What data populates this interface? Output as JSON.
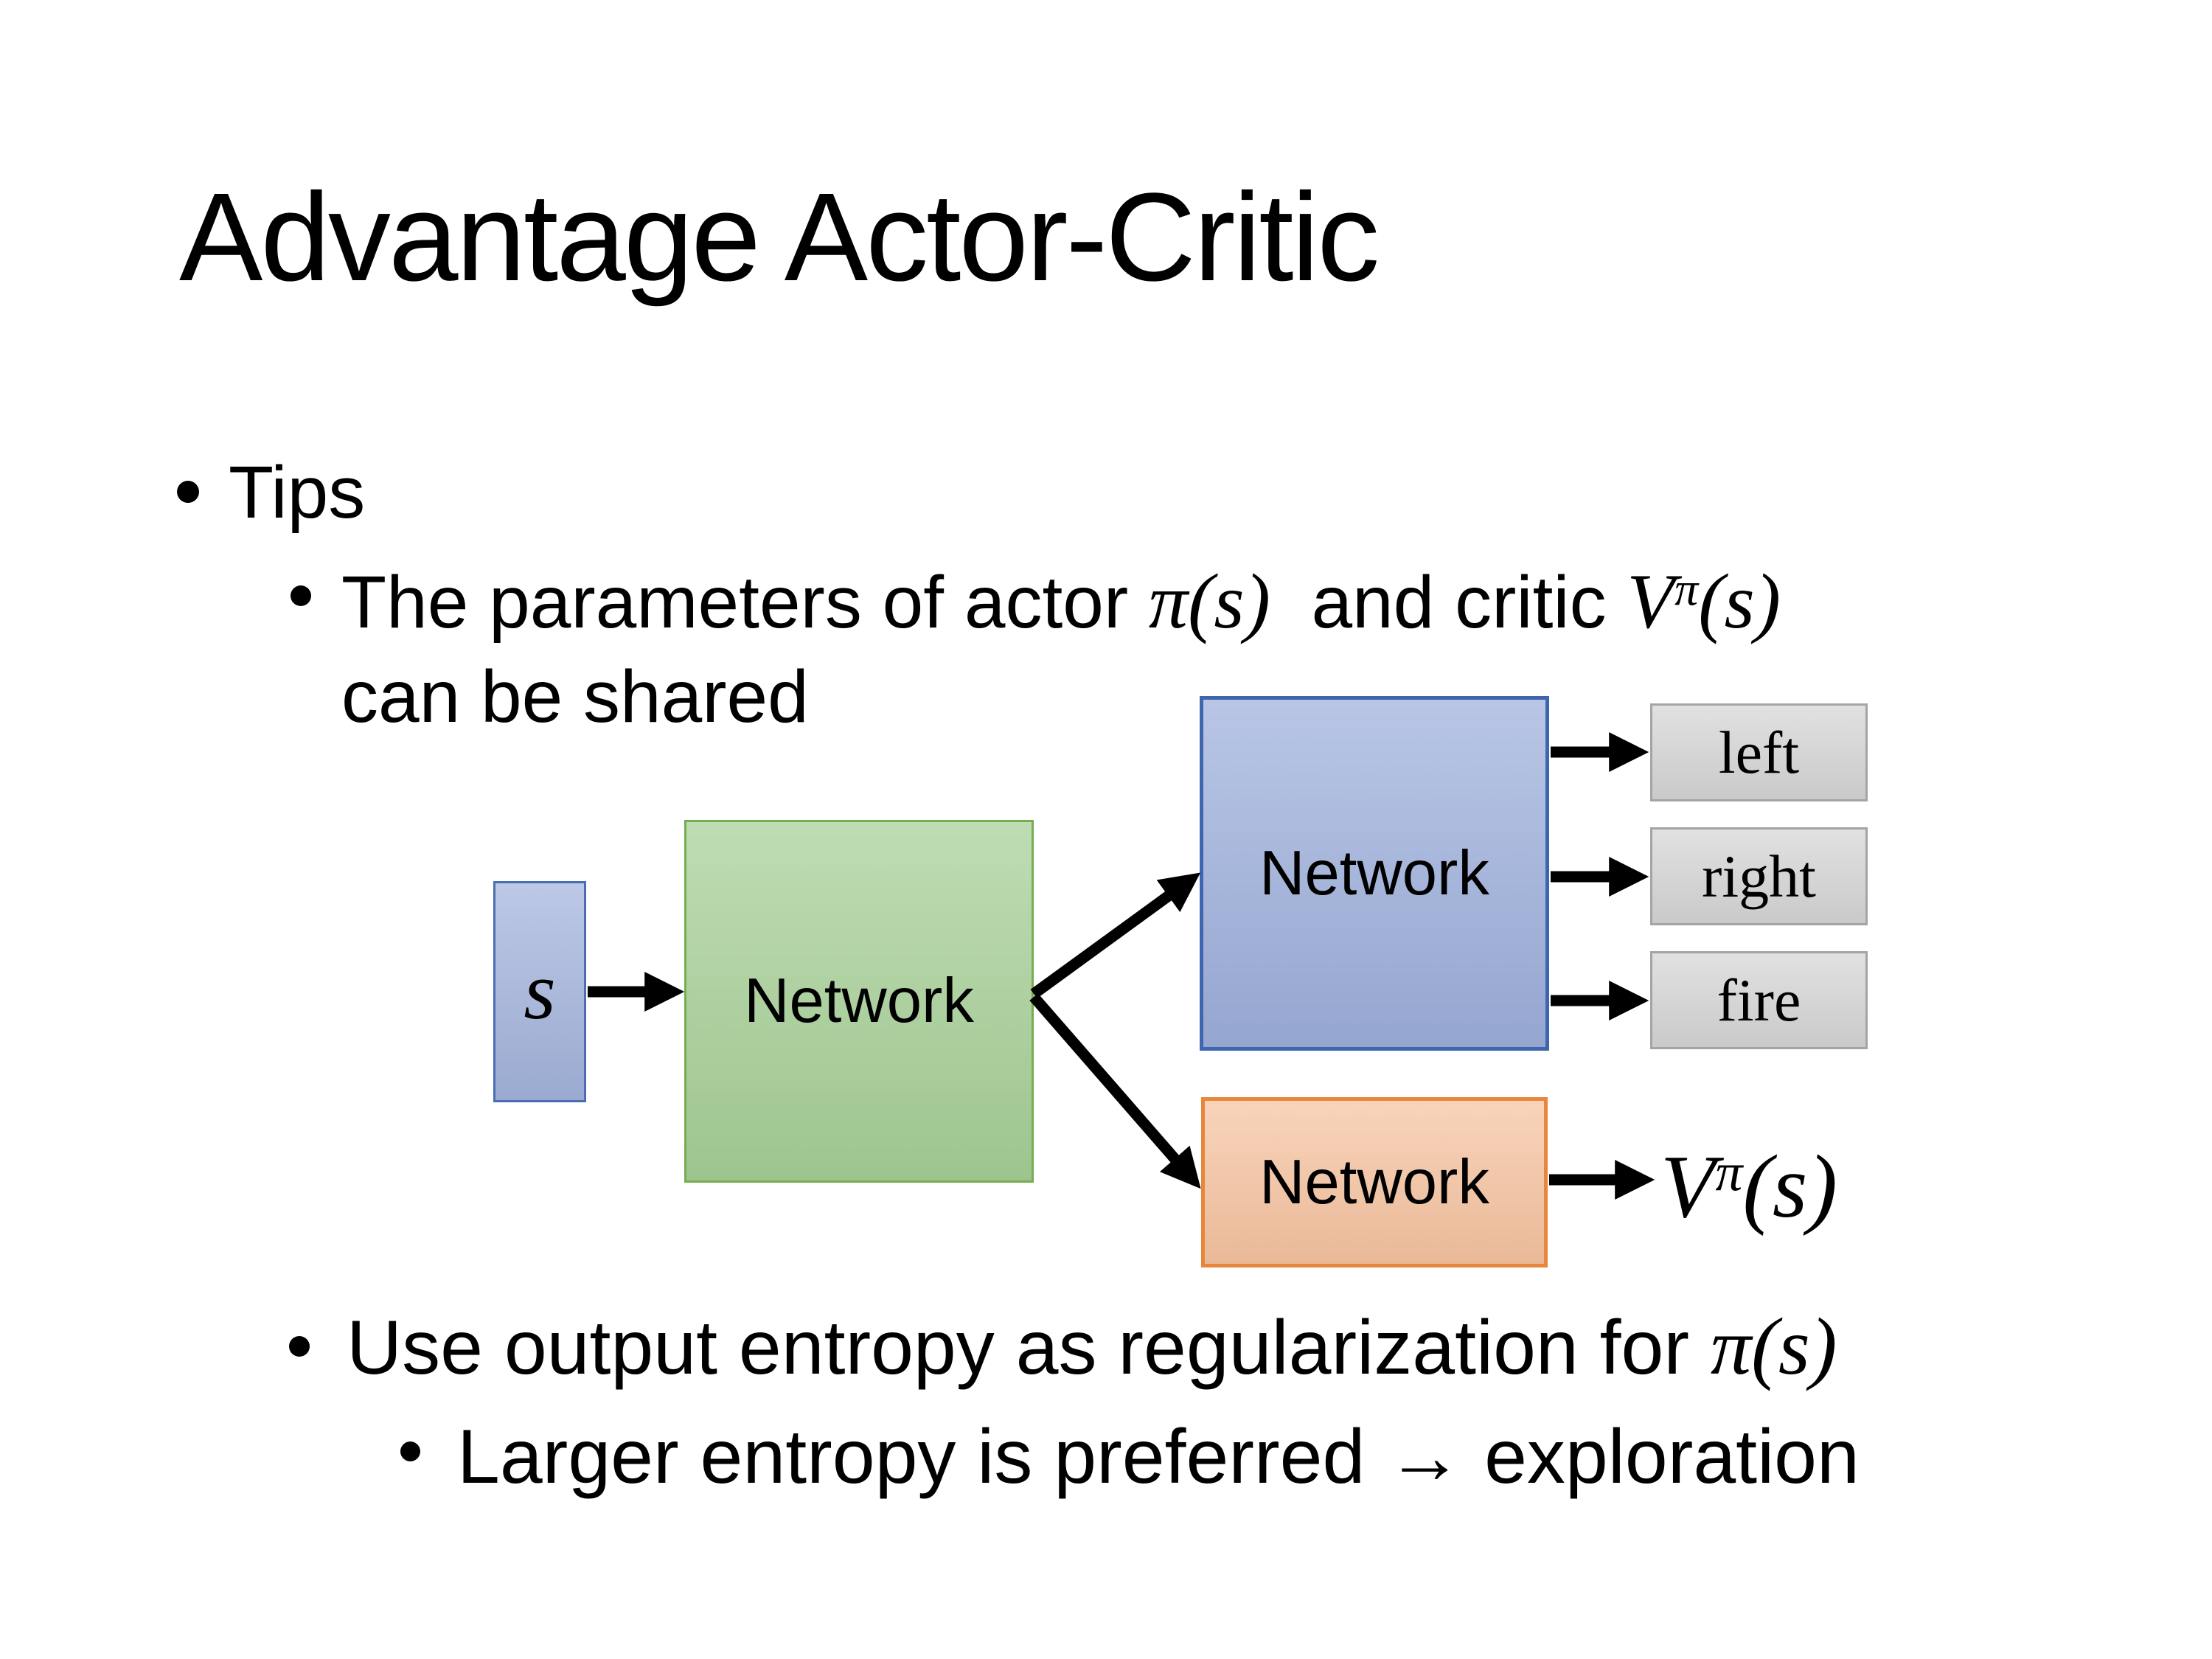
{
  "slide": {
    "title": "Advantage Actor-Critic",
    "bullets": {
      "tips": "Tips",
      "sub1_text1": "The parameters of actor ",
      "sub1_math1": "π(s)",
      "sub1_text2": "  and critic ",
      "critic_v": "V",
      "critic_sup": "π",
      "critic_args": "(s)",
      "sub1_line2": "can be shared",
      "sub2_text1": "Use output entropy as regularization for ",
      "sub2_math1": "π(s)",
      "sub3": "Larger entropy is preferred → exploration"
    }
  },
  "diagram": {
    "state_label": "s",
    "shared_network_label": "Network",
    "actor_network_label": "Network",
    "critic_network_label": "Network",
    "actions": [
      {
        "label": "left"
      },
      {
        "label": "right"
      },
      {
        "label": "fire"
      }
    ],
    "value_v": "V",
    "value_sup": "π",
    "value_args": "(s)"
  },
  "colors": {
    "state_fill": "#A3B3DC",
    "state_border": "#4A6DB4",
    "shared_fill": "#A6CF96",
    "shared_border": "#76AD52",
    "actor_fill": "#9DAFDB",
    "actor_border": "#3E66AF",
    "critic_fill": "#F6C3A0",
    "critic_border": "#E8873B",
    "action_fill": "#D5D5D5",
    "action_border": "#A4A4A4",
    "arrow": "#000000"
  }
}
